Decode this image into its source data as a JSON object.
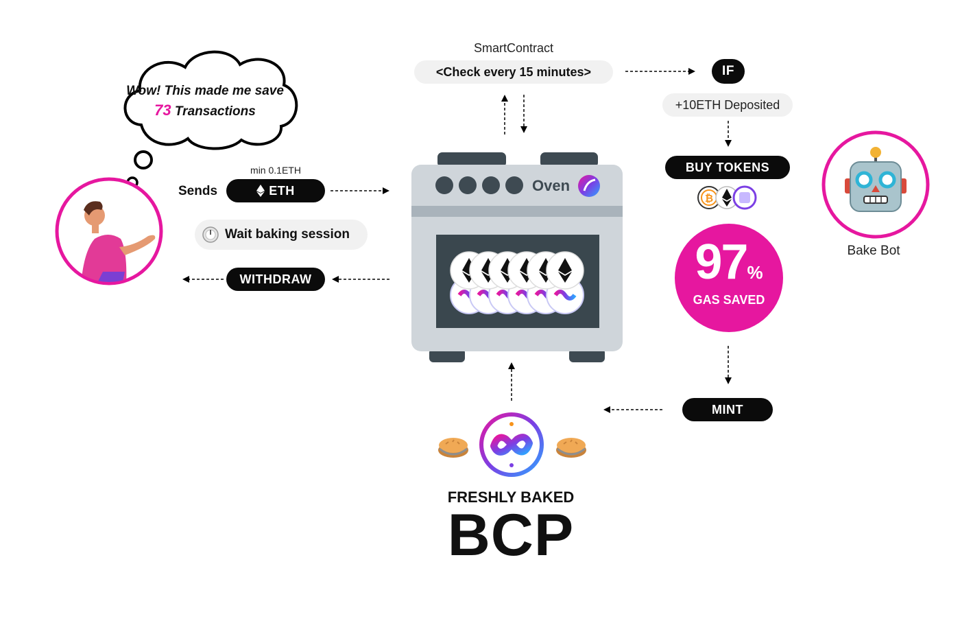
{
  "thought_bubble": {
    "line1": "Wow! This made me save",
    "count": "73",
    "line2": "Transactions"
  },
  "smart_contract": {
    "label": "SmartContract",
    "check": "<Check every 15 minutes>"
  },
  "condition": {
    "if_label": "IF",
    "deposit": "+10ETH Deposited"
  },
  "user_flow": {
    "min_label": "min 0.1ETH",
    "sends_label": "Sends",
    "eth_label": "ETH",
    "wait_label": "Wait baking session",
    "withdraw_label": "WITHDRAW"
  },
  "oven": {
    "label": "Oven"
  },
  "buy_tokens": {
    "label": "BUY TOKENS"
  },
  "gas": {
    "value": "97",
    "unit": "%",
    "label": "GAS SAVED"
  },
  "bot": {
    "label": "Bake Bot"
  },
  "mint": {
    "label": "MINT"
  },
  "output": {
    "subtitle": "FRESHLY BAKED",
    "title": "BCP"
  },
  "colors": {
    "magenta": "#e6179f",
    "black": "#0b0b0b",
    "grey_pill": "#f1f1f1",
    "oven_body": "#cfd5da",
    "oven_window": "#3a474e"
  },
  "icons": [
    "ethereum-icon",
    "timer-icon",
    "oven-logo-icon",
    "bitcoin-icon",
    "bcp-logo-icon",
    "pie-icon",
    "robot-icon",
    "person-icon"
  ]
}
